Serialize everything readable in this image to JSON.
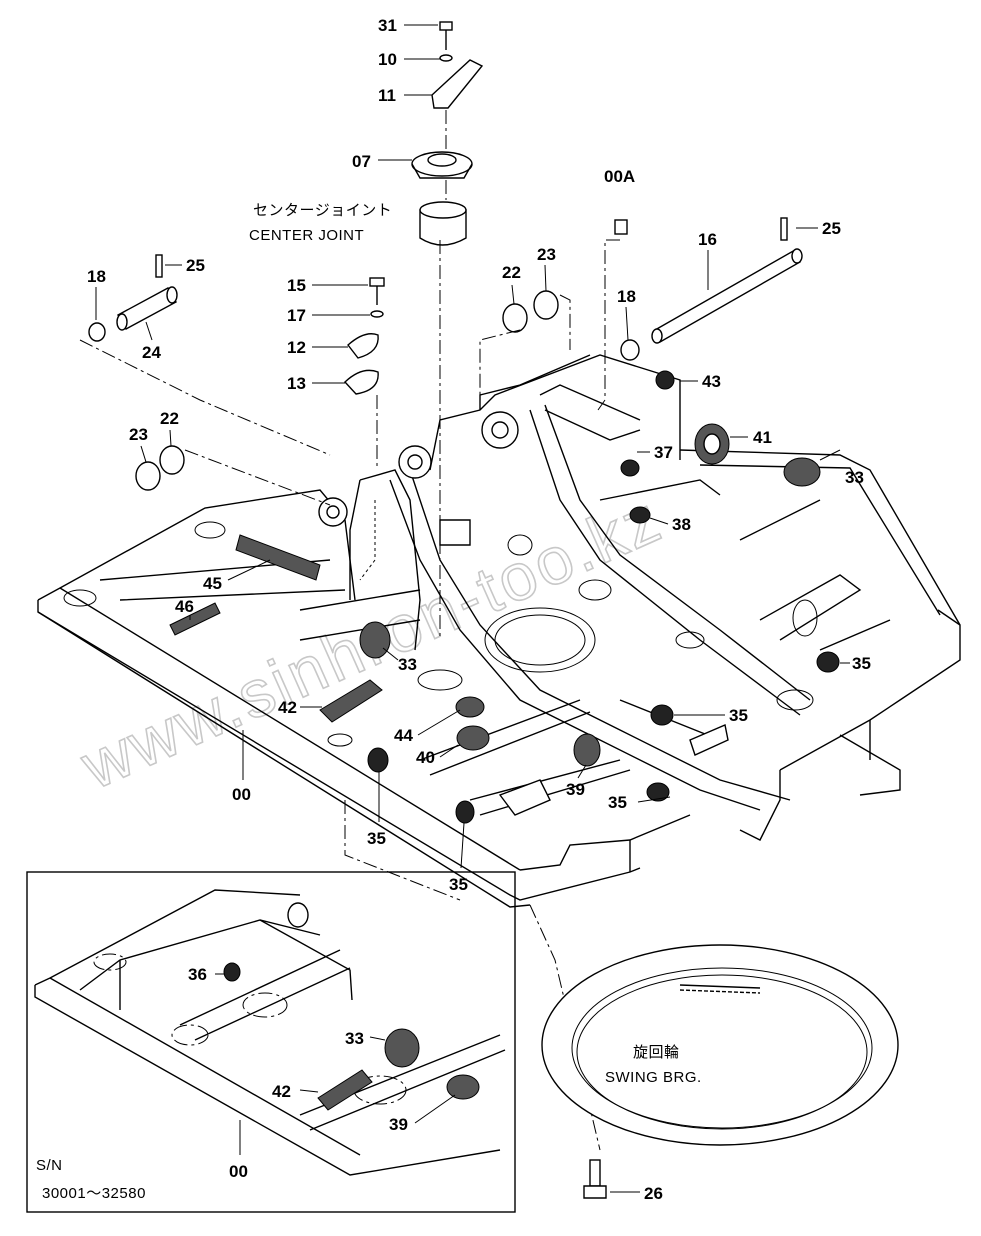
{
  "callouts": [
    "31",
    "10",
    "11",
    "07",
    "00A",
    "16",
    "25",
    "25",
    "18",
    "24",
    "15",
    "17",
    "12",
    "13",
    "22",
    "23",
    "18",
    "43",
    "41",
    "23",
    "22",
    "37",
    "33",
    "38",
    "45",
    "46",
    "33",
    "42",
    "44",
    "40",
    "35",
    "35",
    "39",
    "35",
    "35",
    "00",
    "36",
    "33",
    "42",
    "39",
    "00",
    "26"
  ],
  "labels": {
    "center_joint_jp": "センタージョイント",
    "center_joint_en": "CENTER JOINT",
    "swing_brg_jp": "旋回輪",
    "swing_brg_en": "SWING BRG.",
    "sn_title": "S/N",
    "sn_range": "30001～32580"
  },
  "watermark": "www.sinhron-too.kz"
}
